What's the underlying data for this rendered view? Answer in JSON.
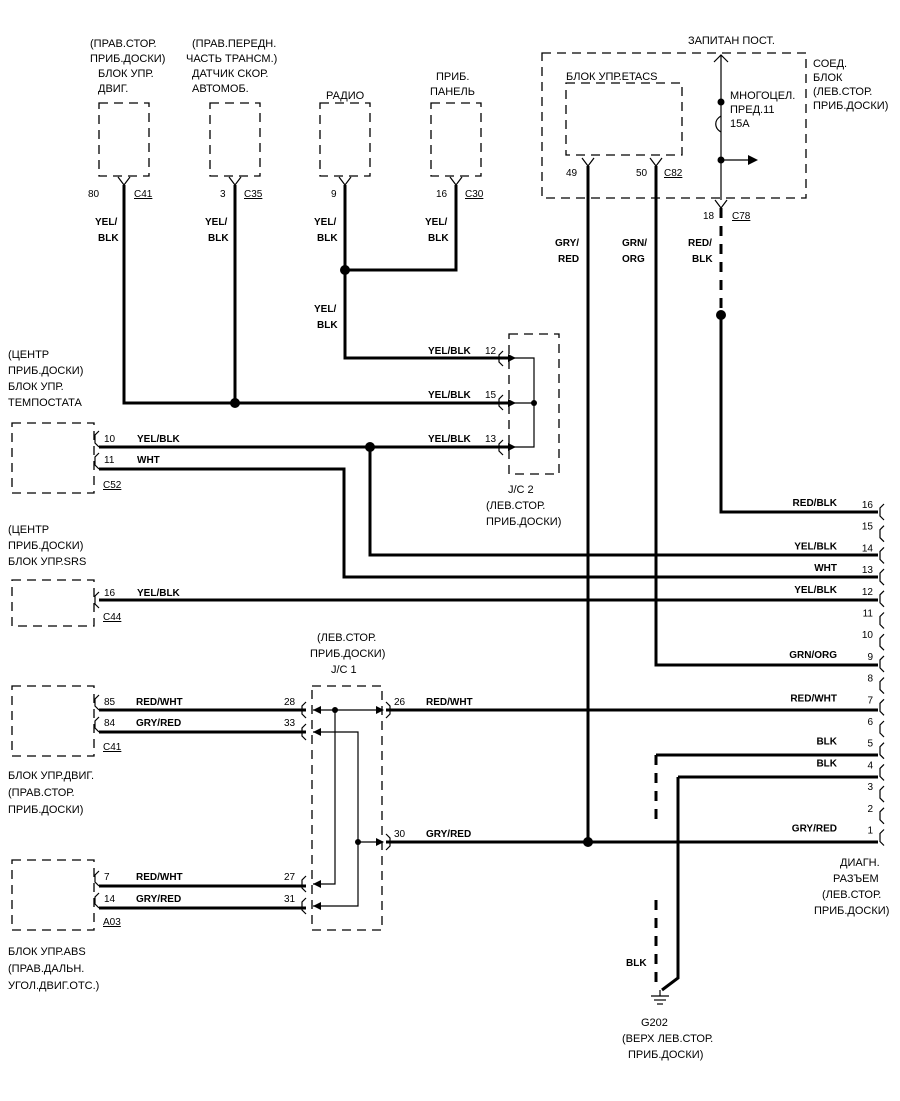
{
  "components": {
    "engine_ecu_top": [
      "(ПРАВ.СТОР.",
      "ПРИБ.ДОСКИ)",
      "БЛОК УПР.",
      "ДВИГ."
    ],
    "speed_sensor": [
      "(ПРАВ.ПЕРЕДН.",
      "ЧАСТЬ ТРАНСМ.)",
      "ДАТЧИК СКОР.",
      "АВТОМОБ."
    ],
    "radio": "РАДИО",
    "instrument_panel": [
      "ПРИБ.",
      "ПАНЕЛЬ"
    ],
    "etacs": "БЛОК УПР.ETACS",
    "power_supply": "ЗАПИТАН ПОСТ.",
    "multi_fuse": [
      "МНОГОЦЕЛ.",
      "ПРЕД.11",
      "15А"
    ],
    "junction_block": [
      "СОЕД.",
      "БЛОК",
      "(ЛЕВ.СТОР.",
      "ПРИБ.ДОСКИ)"
    ],
    "cruise_ecu": [
      "(ЦЕНТР",
      "ПРИБ.ДОСКИ)",
      "БЛОК УПР.",
      "ТЕМПОСТАТА"
    ],
    "srs_ecu": [
      "(ЦЕНТР",
      "ПРИБ.ДОСКИ)",
      "БЛОК УПР.SRS"
    ],
    "jc2": [
      "J/C 2",
      "(ЛЕВ.СТОР.",
      "ПРИБ.ДОСКИ)"
    ],
    "jc1": [
      "(ЛЕВ.СТОР.",
      "ПРИБ.ДОСКИ)",
      "J/C 1"
    ],
    "engine_ecu_bottom": [
      "БЛОК УПР.ДВИГ.",
      "(ПРАВ.СТОР.",
      "ПРИБ.ДОСКИ)"
    ],
    "abs_ecu": [
      "БЛОК УПР.ABS",
      "(ПРАВ.ДАЛЬН.",
      "УГОЛ.ДВИГ.ОТС.)"
    ],
    "diag_connector": [
      "ДИАГН.",
      "РАЗЪЕМ",
      "(ЛЕВ.СТОР.",
      "ПРИБ.ДОСКИ)"
    ],
    "ground": [
      "G202",
      "(ВЕРХ ЛЕВ.СТОР.",
      "ПРИБ.ДОСКИ)"
    ]
  },
  "top_connectors": [
    {
      "pin": "80",
      "conn": "C41",
      "wire": [
        "YEL/",
        "BLK"
      ]
    },
    {
      "pin": "3",
      "conn": "C35",
      "wire": [
        "YEL/",
        "BLK"
      ]
    },
    {
      "pin": "9",
      "conn": "",
      "wire": [
        "YEL/",
        "BLK"
      ]
    },
    {
      "pin": "16",
      "conn": "C30",
      "wire": [
        "YEL/",
        "BLK"
      ]
    }
  ],
  "radio_down_wire": [
    "YEL/",
    "BLK"
  ],
  "etacs_pins": [
    {
      "pin": "49",
      "wire": [
        "GRY/",
        "RED"
      ]
    },
    {
      "pin": "50",
      "conn": "C82",
      "wire": [
        "GRN/",
        "ORG"
      ]
    }
  ],
  "jb_output": {
    "pin": "18",
    "conn": "C78",
    "wire": [
      "RED/",
      "BLK"
    ]
  },
  "jc2_pins": [
    {
      "pin": "12",
      "wire": "YEL/BLK"
    },
    {
      "pin": "15",
      "wire": "YEL/BLK"
    },
    {
      "pin": "13",
      "wire": "YEL/BLK"
    }
  ],
  "cruise_pins": [
    {
      "pin": "10",
      "wire": "YEL/BLK"
    },
    {
      "pin": "11",
      "wire": "WHT"
    }
  ],
  "cruise_conn": "C52",
  "srs_pins": [
    {
      "pin": "16",
      "wire": "YEL/BLK"
    }
  ],
  "srs_conn": "C44",
  "engine_bottom_pins": [
    {
      "pin": "85",
      "wire": "RED/WHT"
    },
    {
      "pin": "84",
      "wire": "GRY/RED"
    }
  ],
  "engine_bottom_conn": "C41",
  "abs_pins": [
    {
      "pin": "7",
      "wire": "RED/WHT"
    },
    {
      "pin": "14",
      "wire": "GRY/RED"
    }
  ],
  "abs_conn": "A03",
  "jc1_pins": {
    "left": [
      "28",
      "33",
      "27",
      "31"
    ],
    "right": [
      {
        "pin": "26",
        "wire": "RED/WHT"
      },
      {
        "pin": "30",
        "wire": "GRY/RED"
      }
    ]
  },
  "diag_pins": [
    {
      "pin": "16",
      "wire": "RED/BLK"
    },
    {
      "pin": "15",
      "wire": ""
    },
    {
      "pin": "14",
      "wire": "YEL/BLK"
    },
    {
      "pin": "13",
      "wire": "WHT"
    },
    {
      "pin": "12",
      "wire": "YEL/BLK"
    },
    {
      "pin": "11",
      "wire": ""
    },
    {
      "pin": "10",
      "wire": ""
    },
    {
      "pin": "9",
      "wire": "GRN/ORG"
    },
    {
      "pin": "8",
      "wire": ""
    },
    {
      "pin": "7",
      "wire": "RED/WHT"
    },
    {
      "pin": "6",
      "wire": ""
    },
    {
      "pin": "5",
      "wire": "BLK"
    },
    {
      "pin": "4",
      "wire": "BLK"
    },
    {
      "pin": "3",
      "wire": ""
    },
    {
      "pin": "2",
      "wire": ""
    },
    {
      "pin": "1",
      "wire": "GRY/RED"
    }
  ],
  "ground_wire": "BLK"
}
